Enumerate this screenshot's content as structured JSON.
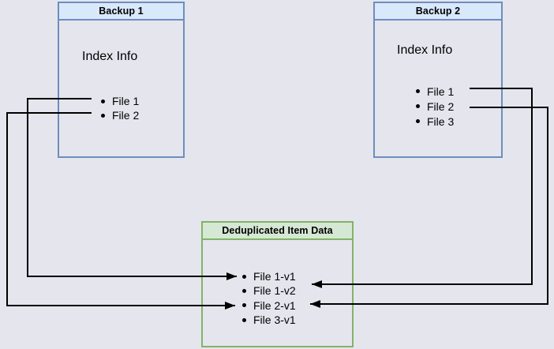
{
  "diagram": {
    "backup1": {
      "title": "Backup 1",
      "subtitle": "Index Info",
      "items": [
        "File 1",
        "File 2"
      ]
    },
    "backup2": {
      "title": "Backup 2",
      "subtitle": "Index Info",
      "items": [
        "File 1",
        "File 2",
        "File 3"
      ]
    },
    "dedup": {
      "title": "Deduplicated Item Data",
      "items": [
        "File 1-v1",
        "File 1-v2",
        "File 2-v1",
        "File 3-v1"
      ]
    },
    "edges": [
      {
        "from": "Backup 1 / File 1",
        "to": "File 1-v1"
      },
      {
        "from": "Backup 1 / File 2",
        "to": "File 2-v1"
      },
      {
        "from": "Backup 2 / File 1",
        "to": "File 1-v2"
      },
      {
        "from": "Backup 2 / File 2",
        "to": "File 2-v1"
      }
    ],
    "colors": {
      "background": "#e5e5ee",
      "backup_header_fill": "#dae8fc",
      "backup_border": "#6c8ebf",
      "dedup_header_fill": "#d5e8d4",
      "dedup_border": "#82b366",
      "line_color": "#000000",
      "text_color": "#000000"
    }
  }
}
